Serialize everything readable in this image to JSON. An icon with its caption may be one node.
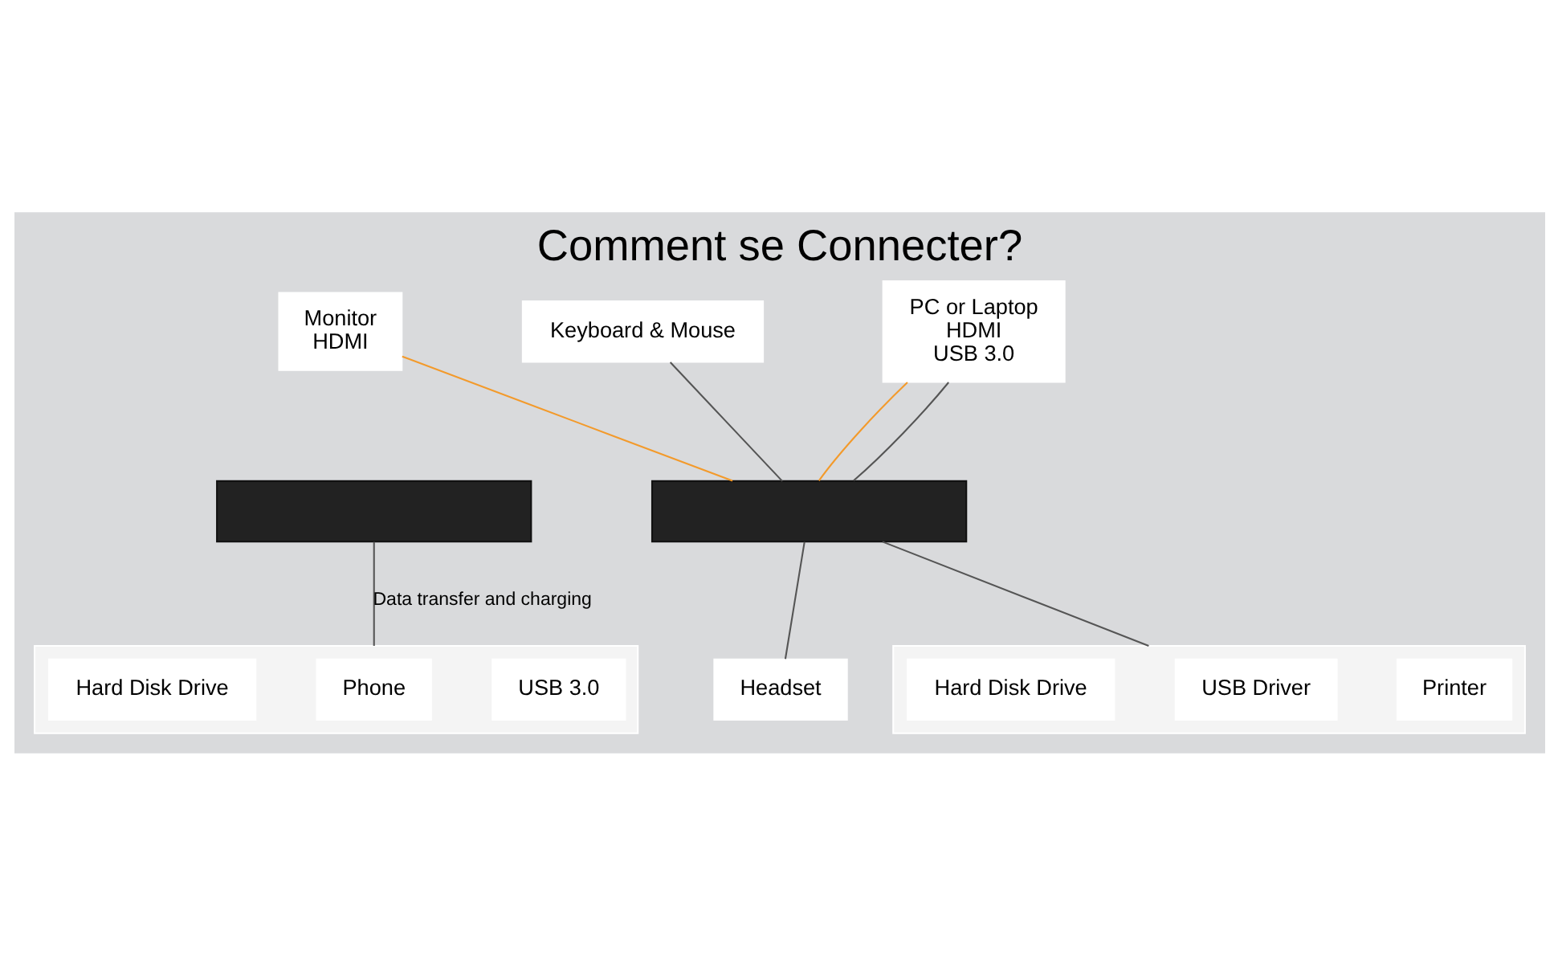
{
  "diagram": {
    "title": "Comment se Connecter?",
    "nodes": [
      {
        "text": [
          "Monitor",
          "HDMI"
        ]
      },
      {
        "text": [
          "Keyboard & Mouse"
        ]
      },
      {
        "text": [
          "PC or Laptop",
          "HDMI",
          "USB 3.0"
        ]
      },
      {
        "text": [],
        "shape": "box"
      },
      {
        "text": [],
        "shape": "box"
      },
      {
        "text": [],
        "shape": "box"
      },
      {
        "text": [
          "USB 3.0"
        ],
        "in": 5
      },
      {
        "text": [
          "Phone"
        ],
        "in": 5
      },
      {
        "text": [
          "Hard Disk Drive"
        ],
        "in": 5
      },
      {
        "text": [],
        "shape": "box"
      },
      {
        "text": [
          "Printer"
        ],
        "in": 9
      },
      {
        "text": [
          "USB Driver"
        ],
        "in": 9
      },
      {
        "text": [
          "Hard Disk Drive"
        ],
        "in": 9
      },
      {
        "text": [
          "Headset"
        ]
      }
    ],
    "edges": [
      {
        "from": 0,
        "to": 4,
        "arrow": "none",
        "color": "#f39a2b"
      },
      {
        "from": 1,
        "to": 4,
        "arrow": "none"
      },
      {
        "from": 2,
        "to": 4,
        "arrow": "none",
        "color": "#f39a2b"
      },
      {
        "from": 2,
        "to": 4,
        "arrow": "none"
      },
      {
        "from": 3,
        "to": 5,
        "arrow": "none",
        "label": "Data transfer and charging"
      },
      {
        "from": 4,
        "to": 9,
        "arrow": "none"
      },
      {
        "from": 4,
        "to": 13,
        "arrow": "none"
      }
    ]
  }
}
